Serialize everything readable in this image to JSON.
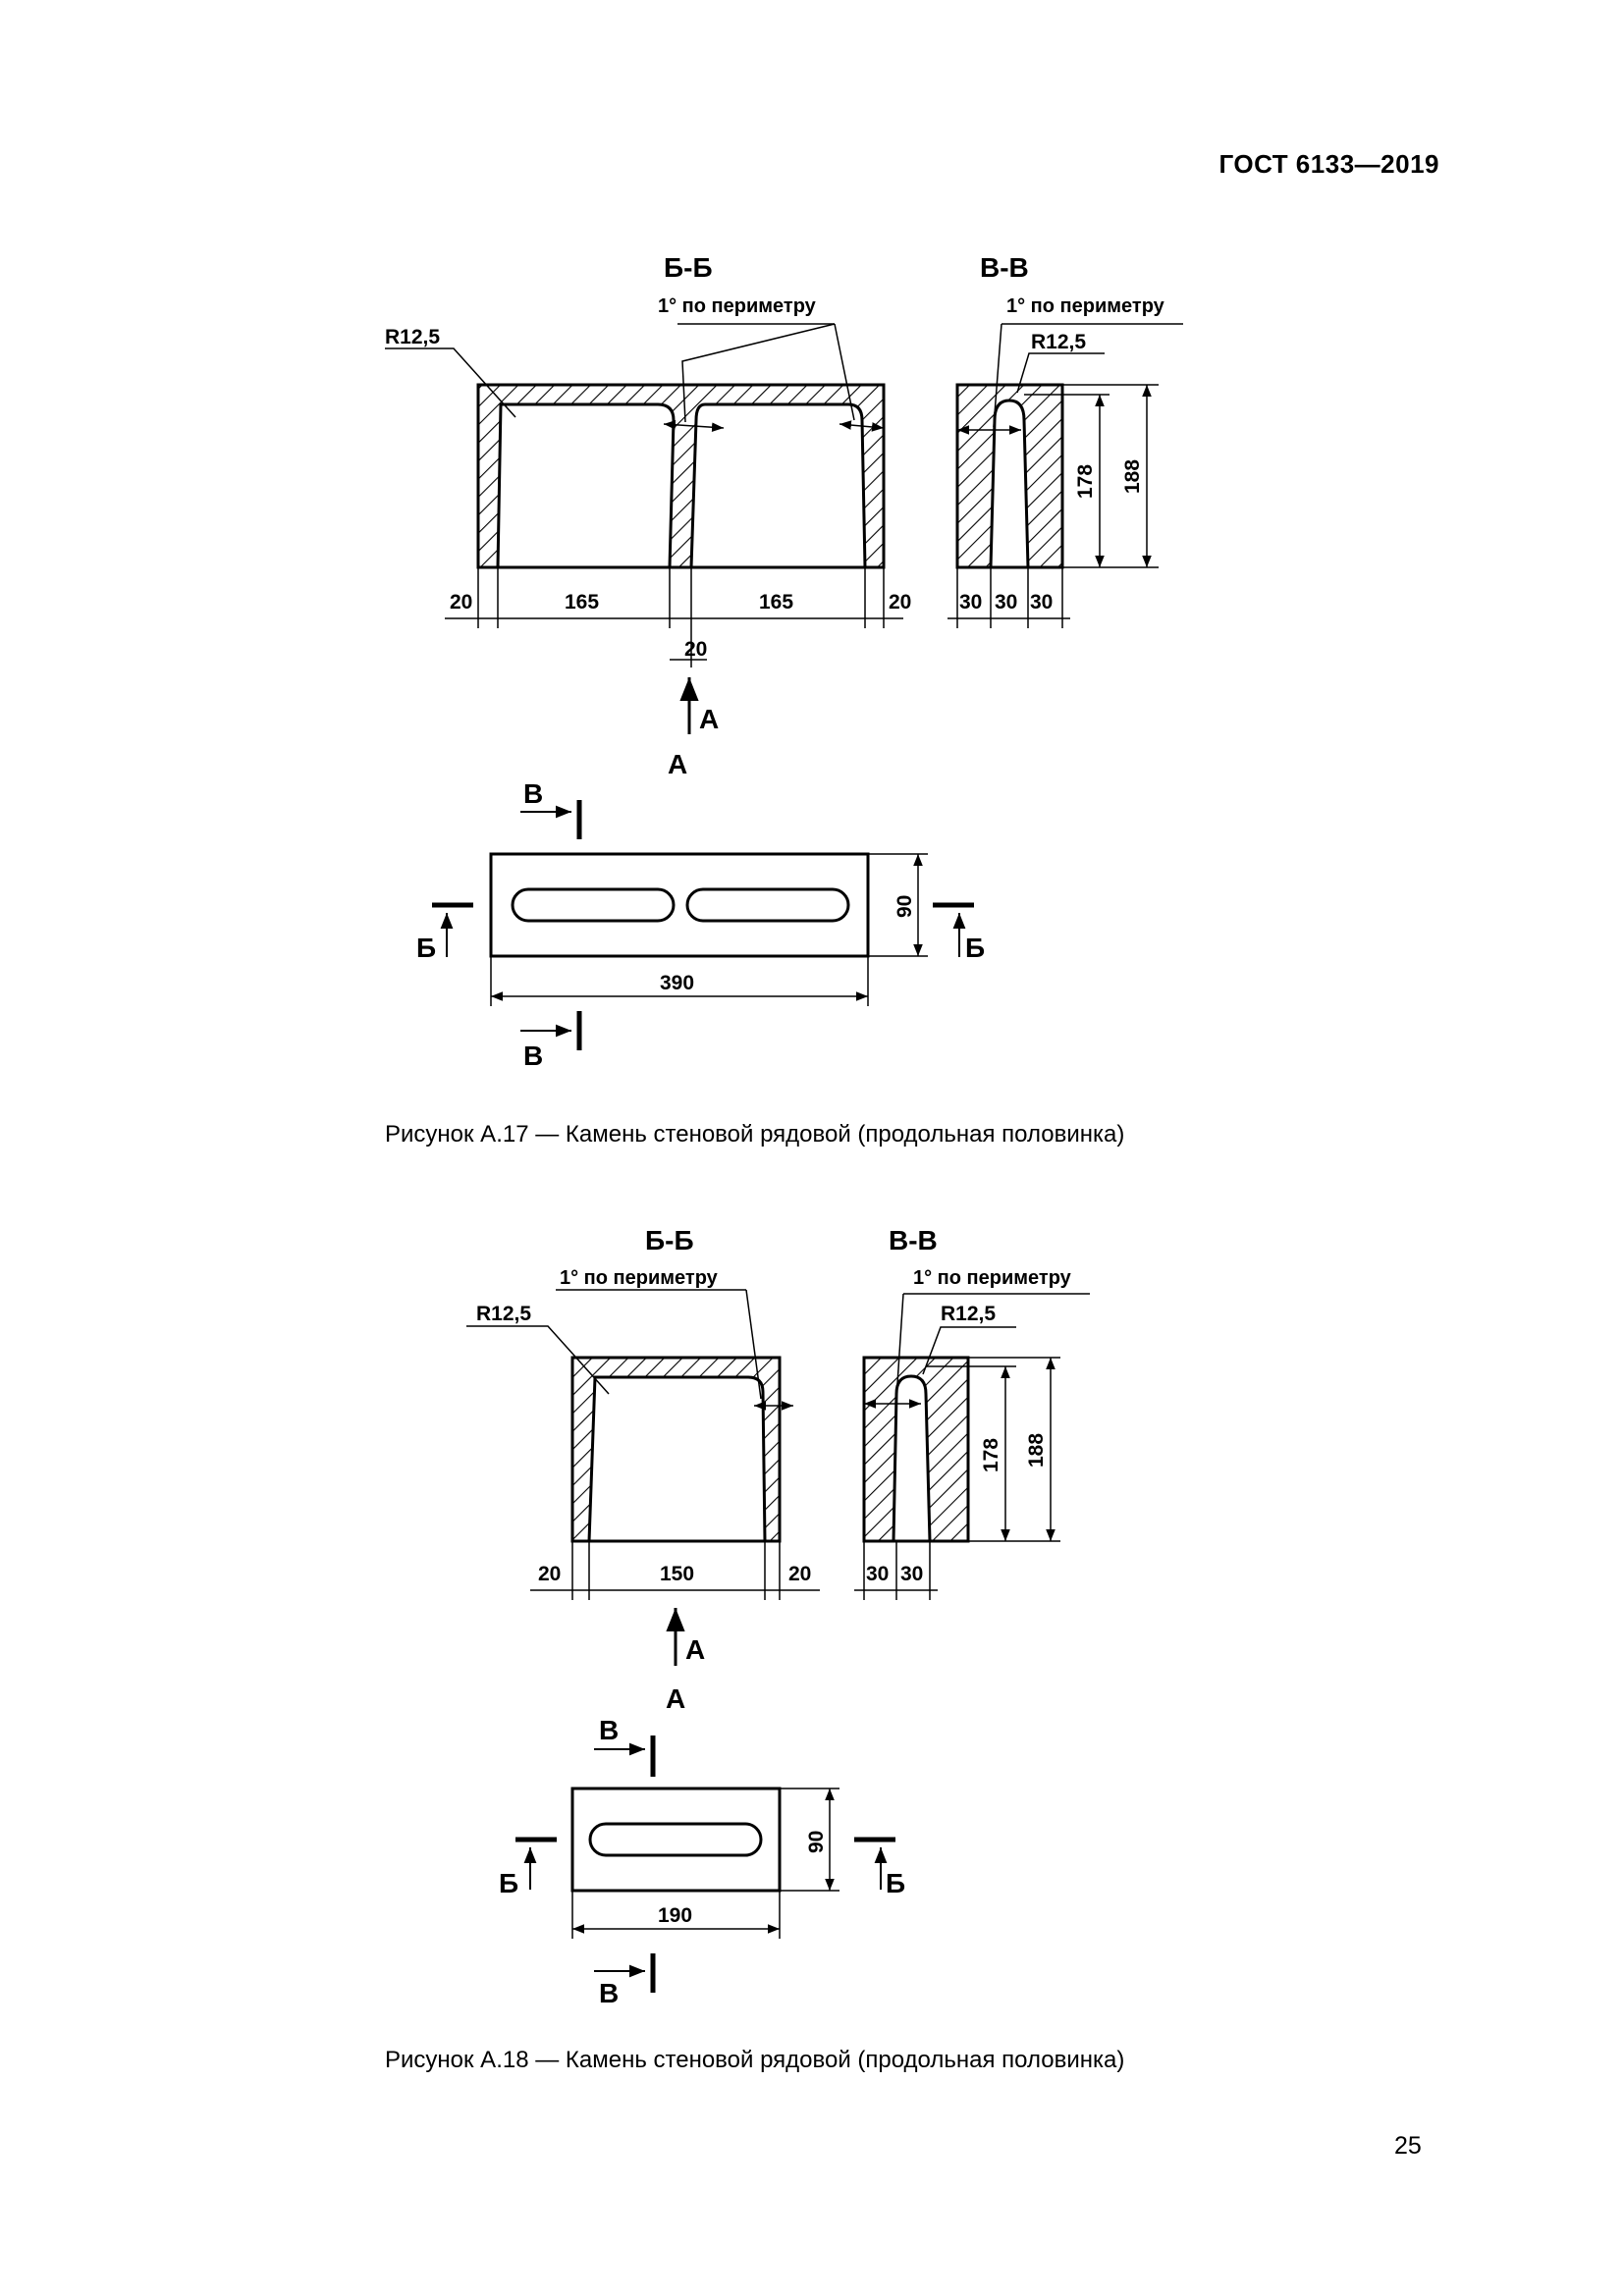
{
  "header": {
    "standard": "ГОСТ 6133—2019"
  },
  "figure17": {
    "section_bb": "Б-Б",
    "section_vv": "В-В",
    "note_bb": "1° по периметру",
    "note_vv": "1° по периметру",
    "radius_left": "R12,5",
    "radius_right": "R12,5",
    "dims_bottom": [
      "20",
      "165",
      "165",
      "20"
    ],
    "dim_middle": "20",
    "dims_vv_bottom": [
      "30",
      "30",
      "30"
    ],
    "dim_178": "178",
    "dim_188": "188",
    "arrow_label": "А",
    "view_label": "А",
    "plan_label_top": "В",
    "plan_label_bottom": "В",
    "plan_label_left": "Б",
    "plan_label_right": "Б",
    "plan_width": "390",
    "plan_height": "90",
    "caption": "Рисунок А.17 — Камень стеновой рядовой (продольная половинка)"
  },
  "figure18": {
    "section_bb": "Б-Б",
    "section_vv": "В-В",
    "note_bb": "1° по периметру",
    "note_vv": "1° по периметру",
    "radius_left": "R12,5",
    "radius_right": "R12,5",
    "dims_bottom": [
      "20",
      "150",
      "20"
    ],
    "dims_vv_bottom": [
      "30",
      "30"
    ],
    "dim_178": "178",
    "dim_188": "188",
    "arrow_label": "А",
    "view_label": "А",
    "plan_label_top": "В",
    "plan_label_bottom": "В",
    "plan_label_left": "Б",
    "plan_label_right": "Б",
    "plan_width": "190",
    "plan_height": "90",
    "caption": "Рисунок А.18 — Камень стеновой рядовой (продольная половинка)"
  },
  "footer": {
    "page_number": "25"
  }
}
